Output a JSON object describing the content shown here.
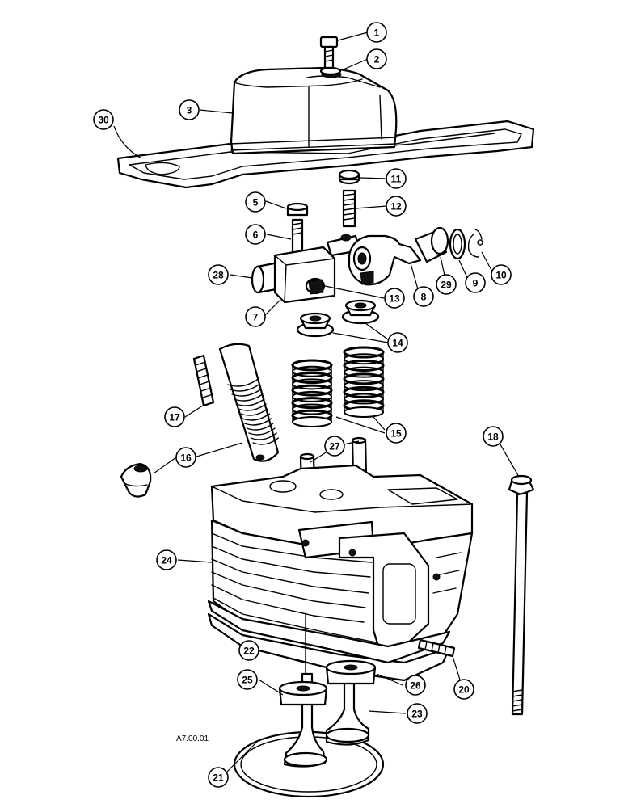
{
  "figure_ref": "A7.00.01",
  "callouts": [
    "1",
    "2",
    "3",
    "5",
    "6",
    "7",
    "8",
    "9",
    "10",
    "11",
    "12",
    "13",
    "14",
    "15",
    "16",
    "17",
    "18",
    "20",
    "21",
    "22",
    "23",
    "24",
    "25",
    "26",
    "27",
    "28",
    "29",
    "30"
  ],
  "parts": [
    "bolt",
    "washer",
    "rocker-cover",
    "cover-gasket",
    "nut",
    "stud",
    "rocker-shaft-support",
    "rocker-arm",
    "spring-washer",
    "circlip",
    "cap",
    "adjusting-screw",
    "adjusting-nut",
    "spring-cap",
    "valve-spring",
    "valve-spring-sleeve",
    "stud",
    "head-bolt",
    "stud",
    "valve-seat-gasket",
    "valve-stem",
    "valve",
    "cylinder-head",
    "valve-guide-seal",
    "valve-rotator",
    "push-rod",
    "rocker-shaft",
    "rocker-spacer"
  ]
}
